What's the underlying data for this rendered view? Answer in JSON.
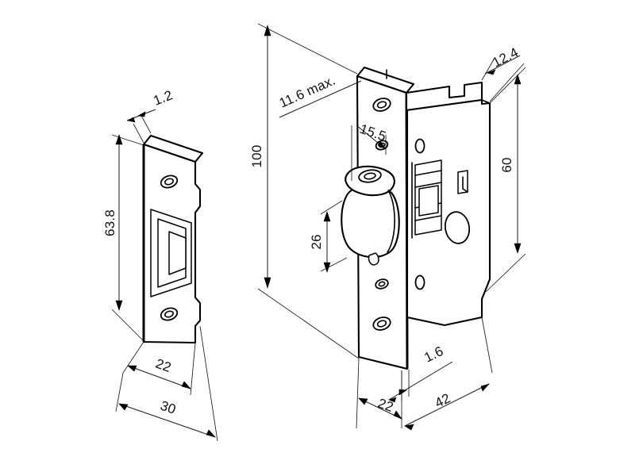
{
  "drawing": {
    "title": "Mortise latch lock and strike plate isometric dimensioned drawing",
    "units": "mm",
    "background_color": "#ffffff",
    "line_color": "#000000",
    "text_color": "#111111"
  },
  "parts": [
    {
      "id": "strike-plate",
      "name": "Strike plate",
      "features": [
        "upper countersunk screw hole",
        "lower countersunk screw hole",
        "rectangular latch aperture with return lip",
        "stepped side tab"
      ]
    },
    {
      "id": "lock-body",
      "name": "Mortise latch lock body",
      "features": [
        "faceplate with countersunk screw holes",
        "roller ball latch bolt",
        "follower spindle hole",
        "square spindle aperture",
        "round cylinder hole",
        "internal latch mechanism"
      ]
    }
  ],
  "dimensions": {
    "strike_plate": {
      "thickness": "1.2",
      "height": "63.8",
      "aperture_width": "22",
      "overall_width": "30"
    },
    "lock_body": {
      "faceplate_height": "100",
      "backset_max": "11.6 max.",
      "hole_spacing": "15.5",
      "latch_center": "26",
      "case_depth": "12.4",
      "case_height": "60",
      "faceplate_thickness": "1.6",
      "faceplate_width": "22",
      "case_width": "42"
    }
  },
  "labels": {
    "d_1_2": "1.2",
    "d_63_8": "63.8",
    "d_22_left": "22",
    "d_30": "30",
    "d_100": "100",
    "d_11_6_max": "11.6 max.",
    "d_15_5": "15.5",
    "d_26": "26",
    "d_12_4": "12.4",
    "d_60": "60",
    "d_1_6": "1.6",
    "d_22_right": "22",
    "d_42": "42"
  }
}
